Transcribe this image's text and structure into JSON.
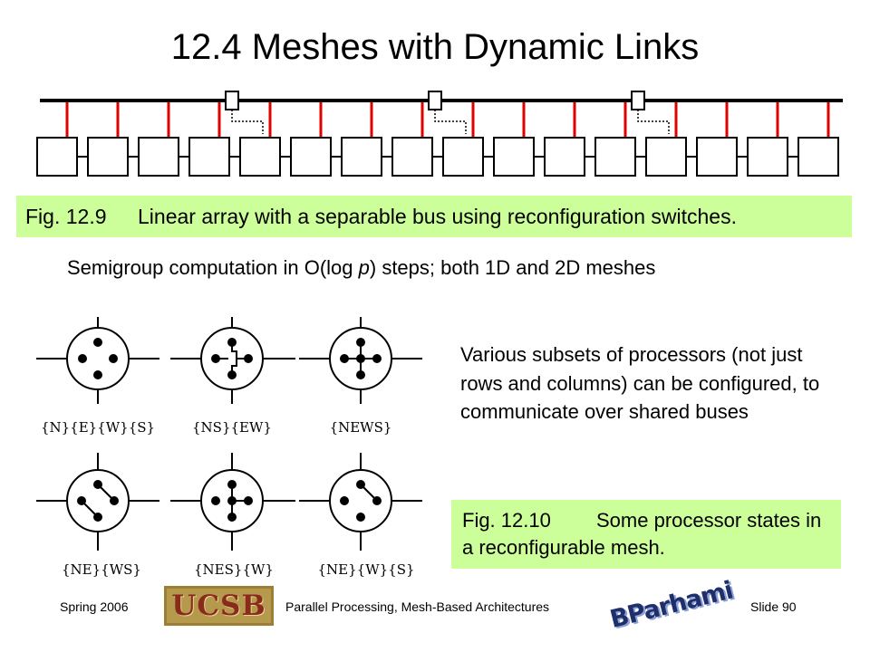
{
  "slide": {
    "title": "12.4  Meshes with Dynamic Links",
    "fig1": {
      "number": "Fig. 12.9",
      "caption": "Linear array with a separable bus using reconfiguration switches."
    },
    "semigroup": {
      "before": "Semigroup computation in O(log ",
      "italic": "p",
      "after": ") steps; both 1D and 2D meshes"
    },
    "various_text": "Various subsets of processors (not just rows and columns) can be configured, to communicate over shared buses",
    "fig2": {
      "number": "Fig. 12.10",
      "caption": "Some processor states in a reconfigurable mesh."
    },
    "switch_labels": [
      "{N}{E}{W}{S}",
      "{NS}{EW}",
      "{NEWS}",
      "{NE}{WS}",
      "{NES}{W}",
      "{NE}{W}{S}"
    ]
  },
  "footer": {
    "left": "Spring  2006",
    "middle": "Parallel Processing, Mesh-Based Architectures",
    "right": "Slide 90",
    "ucsb_logo": "UCSB",
    "bparhami_logo": "BParhami"
  },
  "colors": {
    "caption_bg": "#ccff99",
    "bus_drop": "#e00000"
  }
}
